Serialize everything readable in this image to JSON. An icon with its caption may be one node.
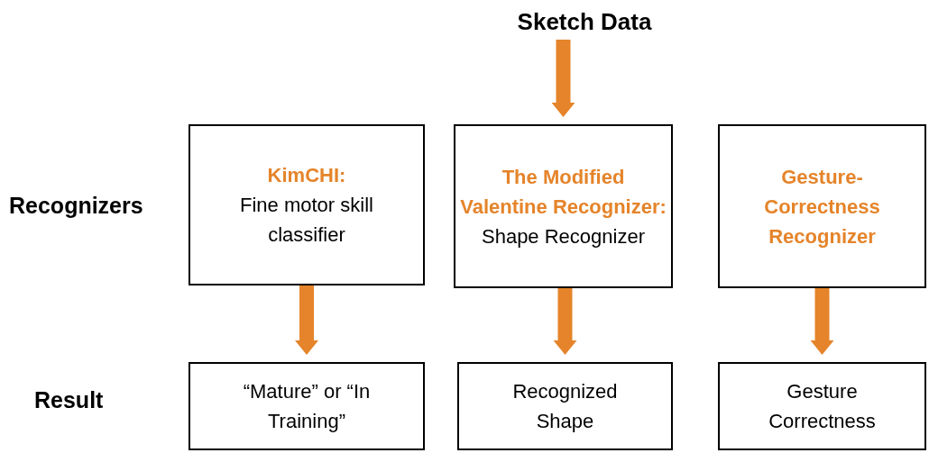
{
  "diagram": {
    "nodes": [
      {
        "text": [
          "Sketch Data"
        ]
      },
      {
        "text": [
          "KimCHI:",
          "Fine motor skill classifier"
        ]
      },
      {
        "text": [
          "The Modified Valentine Recognizer:",
          "Shape Recognizer"
        ]
      },
      {
        "text": [
          "Gesture-Correctness Recognizer"
        ]
      },
      {
        "text": [
          "“Mature” or “In Training”"
        ]
      },
      {
        "text": [
          "Recognized Shape"
        ]
      },
      {
        "text": [
          "Gesture Correctness"
        ]
      }
    ],
    "edges": [
      {
        "from": 0,
        "to": 2,
        "arrow": "to"
      },
      {
        "from": 1,
        "to": 4,
        "arrow": "to"
      },
      {
        "from": 2,
        "to": 5,
        "arrow": "to"
      },
      {
        "from": 3,
        "to": 6,
        "arrow": "to"
      }
    ],
    "labels": [
      "Recognizers",
      "Result"
    ]
  }
}
